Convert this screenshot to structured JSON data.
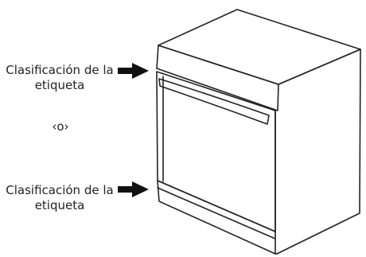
{
  "labels": {
    "top": {
      "line1": "Clasificación de la",
      "line2": "etiqueta"
    },
    "separator": "‹o›",
    "bottom": {
      "line1": "Clasificación de la",
      "line2": "etiqueta"
    }
  },
  "colors": {
    "stroke": "#222222",
    "arrow": "#111111",
    "background": "#ffffff"
  },
  "icons": [
    "arrow-right-icon",
    "dishwasher-illustration"
  ]
}
